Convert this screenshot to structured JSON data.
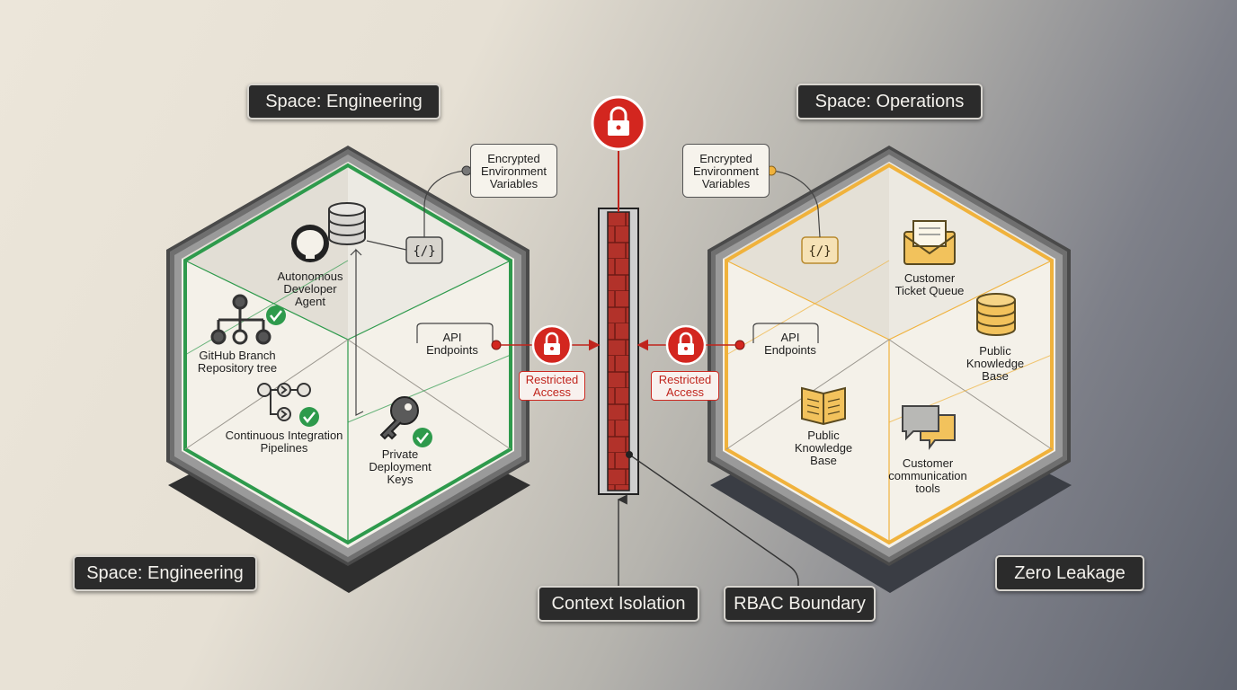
{
  "top_tags": {
    "left": "Space: Engineering",
    "right": "Space: Operations"
  },
  "bottom_tags": {
    "left": "Space: Engineering",
    "context_isolation": "Context Isolation",
    "rbac_boundary": "RBAC Boundary",
    "zero_leakage": "Zero Leakage"
  },
  "engineering": {
    "encrypted_env": "Encrypted\nEnvironment\nVariables",
    "code_glyph": "{/}",
    "agent": "Autonomous\nDeveloper\nAgent",
    "github": "GitHub Branch\nRepository tree",
    "ci": "Continuous Integration\nPipelines",
    "keys": "Private\nDeployment\nKeys",
    "api": "API\nEndpoints",
    "restricted": "Restricted\nAccess"
  },
  "operations": {
    "encrypted_env": "Encrypted\nEnvironment\nVariables",
    "code_glyph": "{/}",
    "ticket": "Customer\nTicket Queue",
    "kb_right": "Public\nKnowledge\nBase",
    "kb_left": "Public\nKnowledge\nBase",
    "comm": "Customer\ncommunication\ntools",
    "api": "API\nEndpoints",
    "restricted": "Restricted\nAccess"
  },
  "colors": {
    "engineering_accent": "#2e9a4c",
    "operations_accent": "#f0b23c",
    "lock_red": "#d3261f",
    "wall_brick": "#b2322a"
  }
}
